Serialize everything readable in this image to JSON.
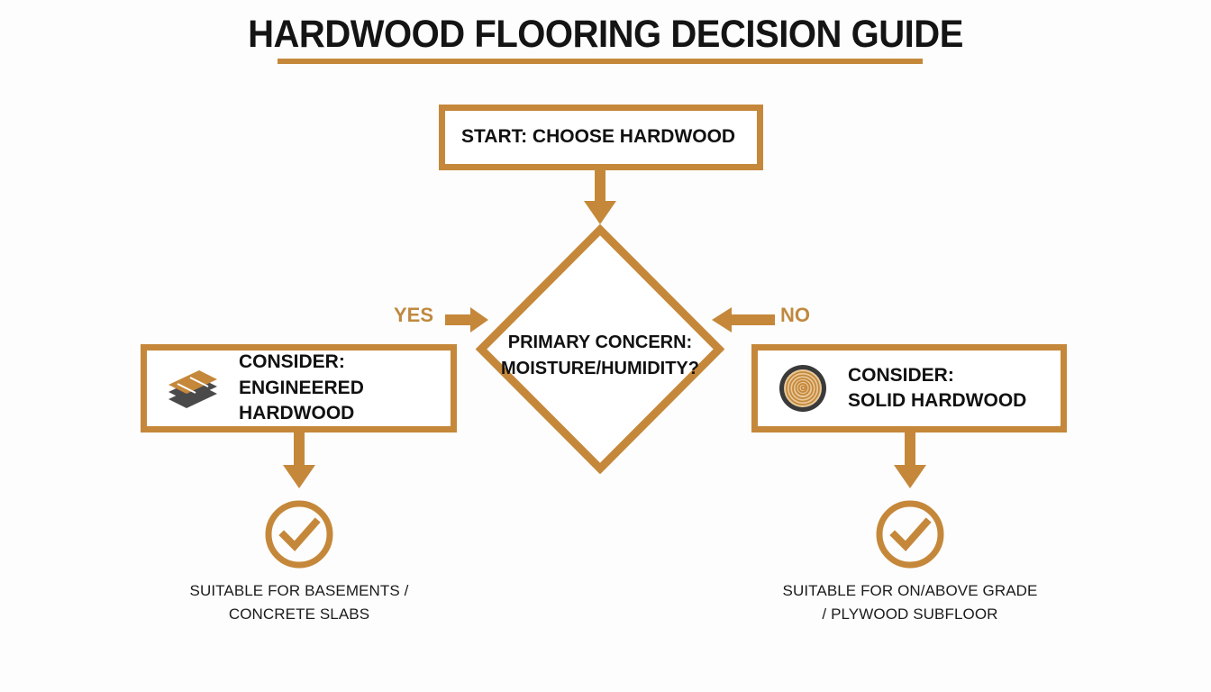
{
  "title": "HARDWOOD FLOORING DECISION GUIDE",
  "colors": {
    "accent": "#c5883a",
    "accent_text": "#c0893f",
    "ink": "#111111",
    "background": "#fdfdfd",
    "icon_dark": "#3a3a3a",
    "icon_wood": "#d9a157",
    "icon_ring_fill": "#e8c89a"
  },
  "nodes": {
    "start": {
      "label": "START: CHOOSE HARDWOOD",
      "shape": "rectangle"
    },
    "decision": {
      "label": "PRIMARY CONCERN:\nMOISTURE/HUMIDITY?",
      "shape": "diamond"
    },
    "engineered": {
      "label": "CONSIDER:\nENGINEERED HARDWOOD",
      "icon": "layered-planks-icon",
      "shape": "rectangle"
    },
    "solid": {
      "label": "CONSIDER:\nSOLID HARDWOOD",
      "icon": "tree-rings-icon",
      "shape": "rectangle"
    }
  },
  "branches": {
    "yes": "YES",
    "no": "NO"
  },
  "outcomes": {
    "left": {
      "icon": "check-circle-icon",
      "caption": "SUITABLE FOR BASEMENTS /\nCONCRETE SLABS"
    },
    "right": {
      "icon": "check-circle-icon",
      "caption": "SUITABLE FOR ON/ABOVE GRADE\n/ PLYWOOD SUBFLOOR"
    }
  }
}
